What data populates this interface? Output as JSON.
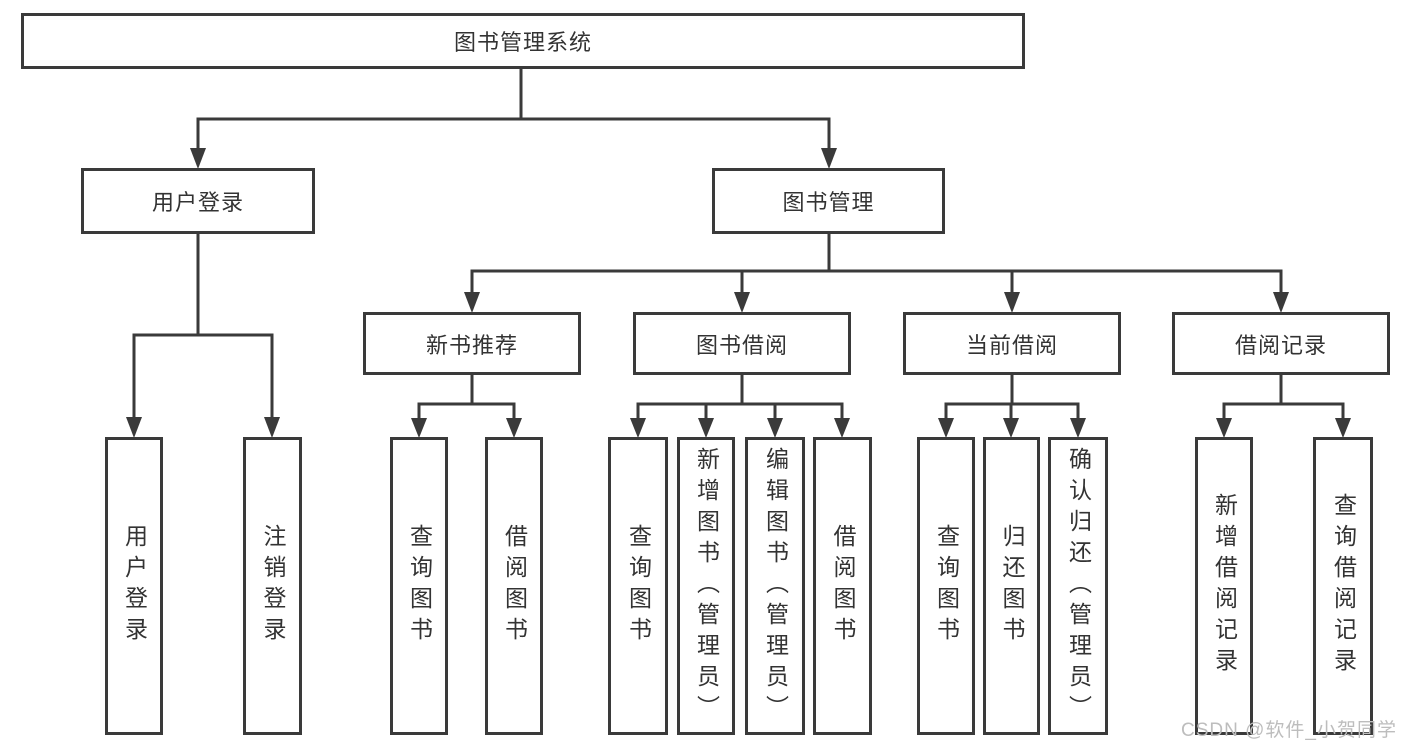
{
  "colors": {
    "line": "#3a3a3a",
    "text": "#333333",
    "watermark": "#bdbdbd",
    "background": "#ffffff"
  },
  "nodes": {
    "system": "图书管理系统",
    "user_login": "用户登录",
    "book_management": "图书管理",
    "new_book_recommend": "新书推荐",
    "book_borrow": "图书借阅",
    "current_borrow": "当前借阅",
    "borrow_records": "借阅记录",
    "user_login_leaf": "用户登录",
    "logout": "注销登录",
    "query_book_1": "查询图书",
    "borrow_book_1": "借阅图书",
    "query_book_2": "查询图书",
    "add_book_admin": "新增图书（管理员）",
    "edit_book_admin": "编辑图书（管理员）",
    "borrow_book_2": "借阅图书",
    "query_book_3": "查询图书",
    "return_book": "归还图书",
    "confirm_return_admin": "确认归还（管理员）",
    "add_borrow_record": "新增借阅记录",
    "query_borrow_record": "查询借阅记录"
  },
  "structure": {
    "system": [
      "user_login",
      "book_management"
    ],
    "user_login": [
      "user_login_leaf",
      "logout"
    ],
    "book_management": [
      "new_book_recommend",
      "book_borrow",
      "current_borrow",
      "borrow_records"
    ],
    "new_book_recommend": [
      "query_book_1",
      "borrow_book_1"
    ],
    "book_borrow": [
      "query_book_2",
      "add_book_admin",
      "edit_book_admin",
      "borrow_book_2"
    ],
    "current_borrow": [
      "query_book_3",
      "return_book",
      "confirm_return_admin"
    ],
    "borrow_records": [
      "add_borrow_record",
      "query_borrow_record"
    ]
  },
  "watermark": {
    "text": "CSDN @软件_小贺同学"
  }
}
